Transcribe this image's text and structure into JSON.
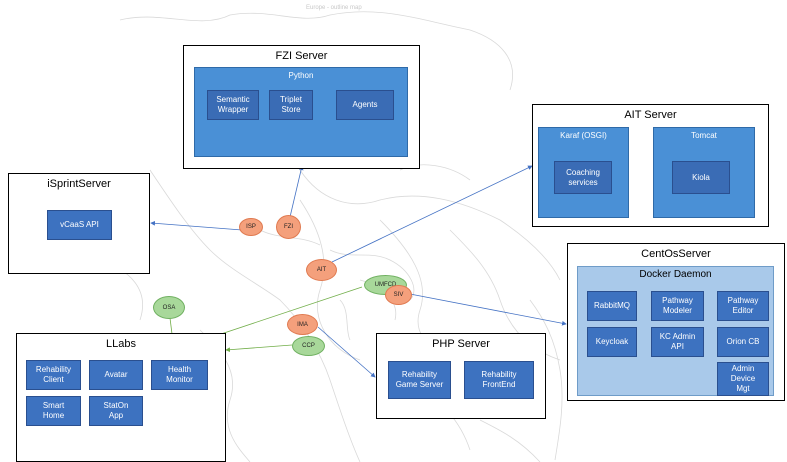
{
  "map_caption": "Europe - outline map",
  "colors": {
    "component": "#3d72c0",
    "panel": "#4a90d6",
    "docker": "#a9c9ea",
    "link_blue": "#4472c4",
    "link_green": "#70ad47",
    "tag_orange": "#f4a07c",
    "tag_green": "#a8d89a"
  },
  "servers": {
    "fzi": {
      "title": "FZI Server",
      "panel": "Python",
      "components": [
        "Semantic\nWrapper",
        "Triplet\nStore",
        "Agents"
      ]
    },
    "ait": {
      "title": "AIT Server",
      "panels": [
        "Karaf (OSGI)",
        "Tomcat"
      ],
      "components": [
        "Coaching\nservices",
        "Kiola"
      ]
    },
    "isprint": {
      "title": "iSprintServer",
      "components": [
        "vCaaS API"
      ]
    },
    "centos": {
      "title": "CentOsServer",
      "docker": "Docker Daemon",
      "components": [
        "RabbitMQ",
        "Pathway\nModeler",
        "Pathway\nEditor",
        "Keycloak",
        "KC Admin\nAPI",
        "Orion CB",
        "Admin\nDevice\nMgt"
      ]
    },
    "llabs": {
      "title": "LLabs",
      "components": [
        "Rehability\nClient",
        "Avatar",
        "Health\nMonitor",
        "Smart\nHome",
        "StatOn\nApp"
      ]
    },
    "php": {
      "title": "PHP Server",
      "components": [
        "Rehability\nGame Server",
        "Rehability\nFrontEnd"
      ]
    }
  },
  "tags": {
    "isp": "ISP",
    "fzi": "FZI",
    "ait": "AIT",
    "umfcd": "UMFCD",
    "siv": "SIV",
    "osa": "OSA",
    "ima": "IMA",
    "ccp": "CCP"
  }
}
